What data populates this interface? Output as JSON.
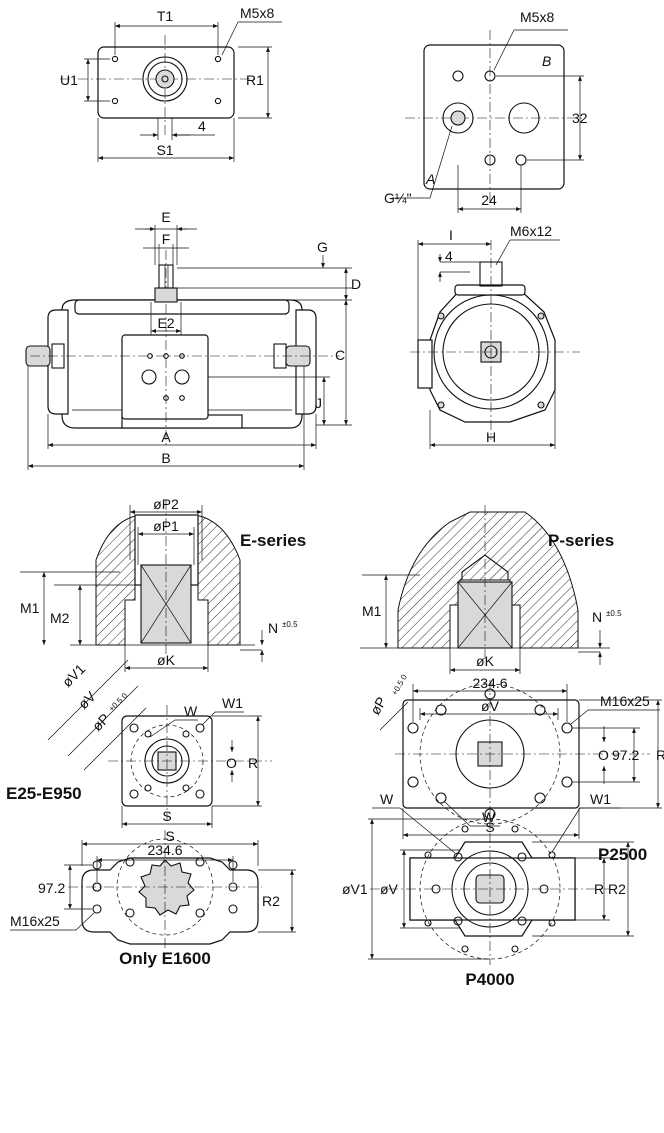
{
  "labels": {
    "t1": "T1",
    "m5x8_a": "M5x8",
    "u1": "U1",
    "r1": "R1",
    "four_a": "4",
    "s1": "S1",
    "m5x8_b": "M5x8",
    "b_face": "B",
    "thirty_two": "32",
    "a_face": "A",
    "g14": "G¼\"",
    "twenty_four": "24",
    "e": "E",
    "f": "F",
    "g": "G",
    "d": "D",
    "e2": "E2",
    "c": "C",
    "j": "J",
    "a": "A",
    "b": "B",
    "i": "I",
    "four_b": "4",
    "m6x12": "M6x12",
    "h": "H",
    "op2": "øP2",
    "op1": "øP1",
    "m1_e": "M1",
    "m2": "M2",
    "n_e": "N",
    "tol_e": "±0.5",
    "ok_e": "øK",
    "m1_p": "M1",
    "n_p": "N",
    "tol_p": "±0.5",
    "ok_p": "øK",
    "ov1_e": "øV1",
    "ov_e": "øV",
    "op_e": "øP",
    "op_e_tol": "+0.5 0",
    "w_e": "W",
    "w1_e": "W1",
    "o_e": "O",
    "r_e": "R",
    "s_e": "S",
    "dim234_p": "234.6",
    "ov_p": "øV",
    "op_p": "øP",
    "op_p_tol": "+0.5 0",
    "m16x25_p": "M16x25",
    "o_p": "O",
    "dim97_p": "97.2",
    "r_p": "R",
    "w_p": "W",
    "s_p": "S",
    "s_only": "S",
    "dim234_only": "234.6",
    "dim97_only": "97.2",
    "r2_only": "R2",
    "m16x25_only": "M16x25",
    "w_p4": "W",
    "w1_p4": "W1",
    "ov1_p4": "øV1",
    "ov_p4": "øV",
    "r_p4": "R",
    "r2_p4": "R2"
  },
  "titles": {
    "e_series": "E-series",
    "p_series": "P-series",
    "e25_e950": "E25-E950",
    "p2500": "P2500",
    "only_e1600": "Only E1600",
    "p4000": "P4000"
  }
}
